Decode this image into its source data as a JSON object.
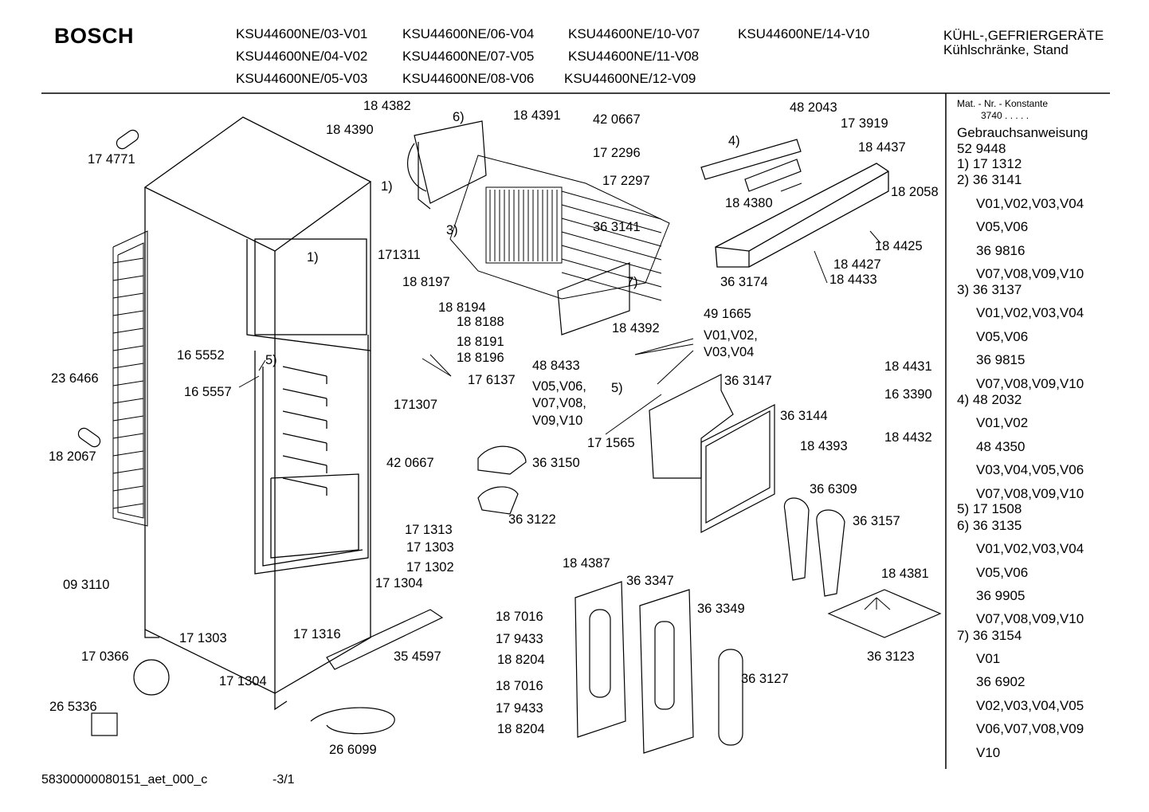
{
  "brand": "BOSCH",
  "models": [
    "KSU44600NE/03-V01",
    "KSU44600NE/06-V04",
    "KSU44600NE/10-V07",
    "KSU44600NE/14-V10",
    "KSU44600NE/04-V02",
    "KSU44600NE/07-V05",
    "KSU44600NE/11-V08",
    "KSU44600NE/05-V03",
    "KSU44600NE/08-V06",
    "KSU44600NE/12-V09"
  ],
  "category": [
    "KÜHL-,GEFRIERGERÄTE",
    "Kühlschränke, Stand"
  ],
  "callouts": [
    "18 4382",
    "6)",
    "18 4391",
    "42 0667",
    "18 4390",
    "17 2296",
    "17 2297",
    "17 4771",
    "1)",
    "3)",
    "36 3141",
    "171311",
    "1)",
    "18 8197",
    "18 8194",
    "18 8188",
    "18 8191",
    "18 8196",
    "16 5552",
    "5)",
    "16 5557",
    "17 6137",
    "171307",
    "23 6466",
    "18 2067",
    "42 0667",
    "36 3150",
    "36 3122",
    "17 1313",
    "17 1303",
    "17 1302",
    "17 1304",
    "09 3110",
    "17 1303",
    "17 1316",
    "35 4597",
    "17 0366",
    "17 1304",
    "26 5336",
    "26 6099",
    "48 2043",
    "17 3919",
    "4)",
    "18 4437",
    "18 4380",
    "18 2058",
    "18 4425",
    "18 4427",
    "36 3174",
    "18 4433",
    "7)",
    "18 4392",
    "49 1665",
    "V01,V02,",
    "V03,V04",
    "48 8433",
    "V05,V06,",
    "V07,V08,",
    "V09,V10",
    "5)",
    "17 1565",
    "36 3147",
    "18 4431",
    "16 3390",
    "18 4432",
    "36 3144",
    "18 4393",
    "36 6309",
    "36 3157",
    "18 4381",
    "36 3123",
    "18 4387",
    "36 3347",
    "36 3349",
    "18 7016",
    "17 9433",
    "18 8204",
    "18 7016",
    "17 9433",
    "18 8204",
    "36 3127"
  ],
  "sidebar": {
    "header": "Mat. - Nr. - Konstante",
    "konstante": "3740 . . . . .",
    "lines": [
      "Gebrauchsanweisung",
      "52 9448",
      "1) 17 1312",
      "2) 36 3141",
      "V01,V02,V03,V04",
      "V05,V06",
      "36 9816",
      "V07,V08,V09,V10",
      "3) 36 3137",
      "V01,V02,V03,V04",
      "V05,V06",
      "36 9815",
      "V07,V08,V09,V10",
      "4) 48 2032",
      "V01,V02",
      "48 4350",
      "V03,V04,V05,V06",
      "V07,V08,V09,V10",
      "5) 17 1508",
      "6) 36 3135",
      "V01,V02,V03,V04",
      "V05,V06",
      "36 9905",
      "V07,V08,V09,V10",
      "7) 36 3154",
      "V01",
      "36 6902",
      "V02,V03,V04,V05",
      "V06,V07,V08,V09",
      "V10"
    ]
  },
  "footer": {
    "doc": "58300000080151_aet_000_c",
    "page": "-3/1"
  }
}
